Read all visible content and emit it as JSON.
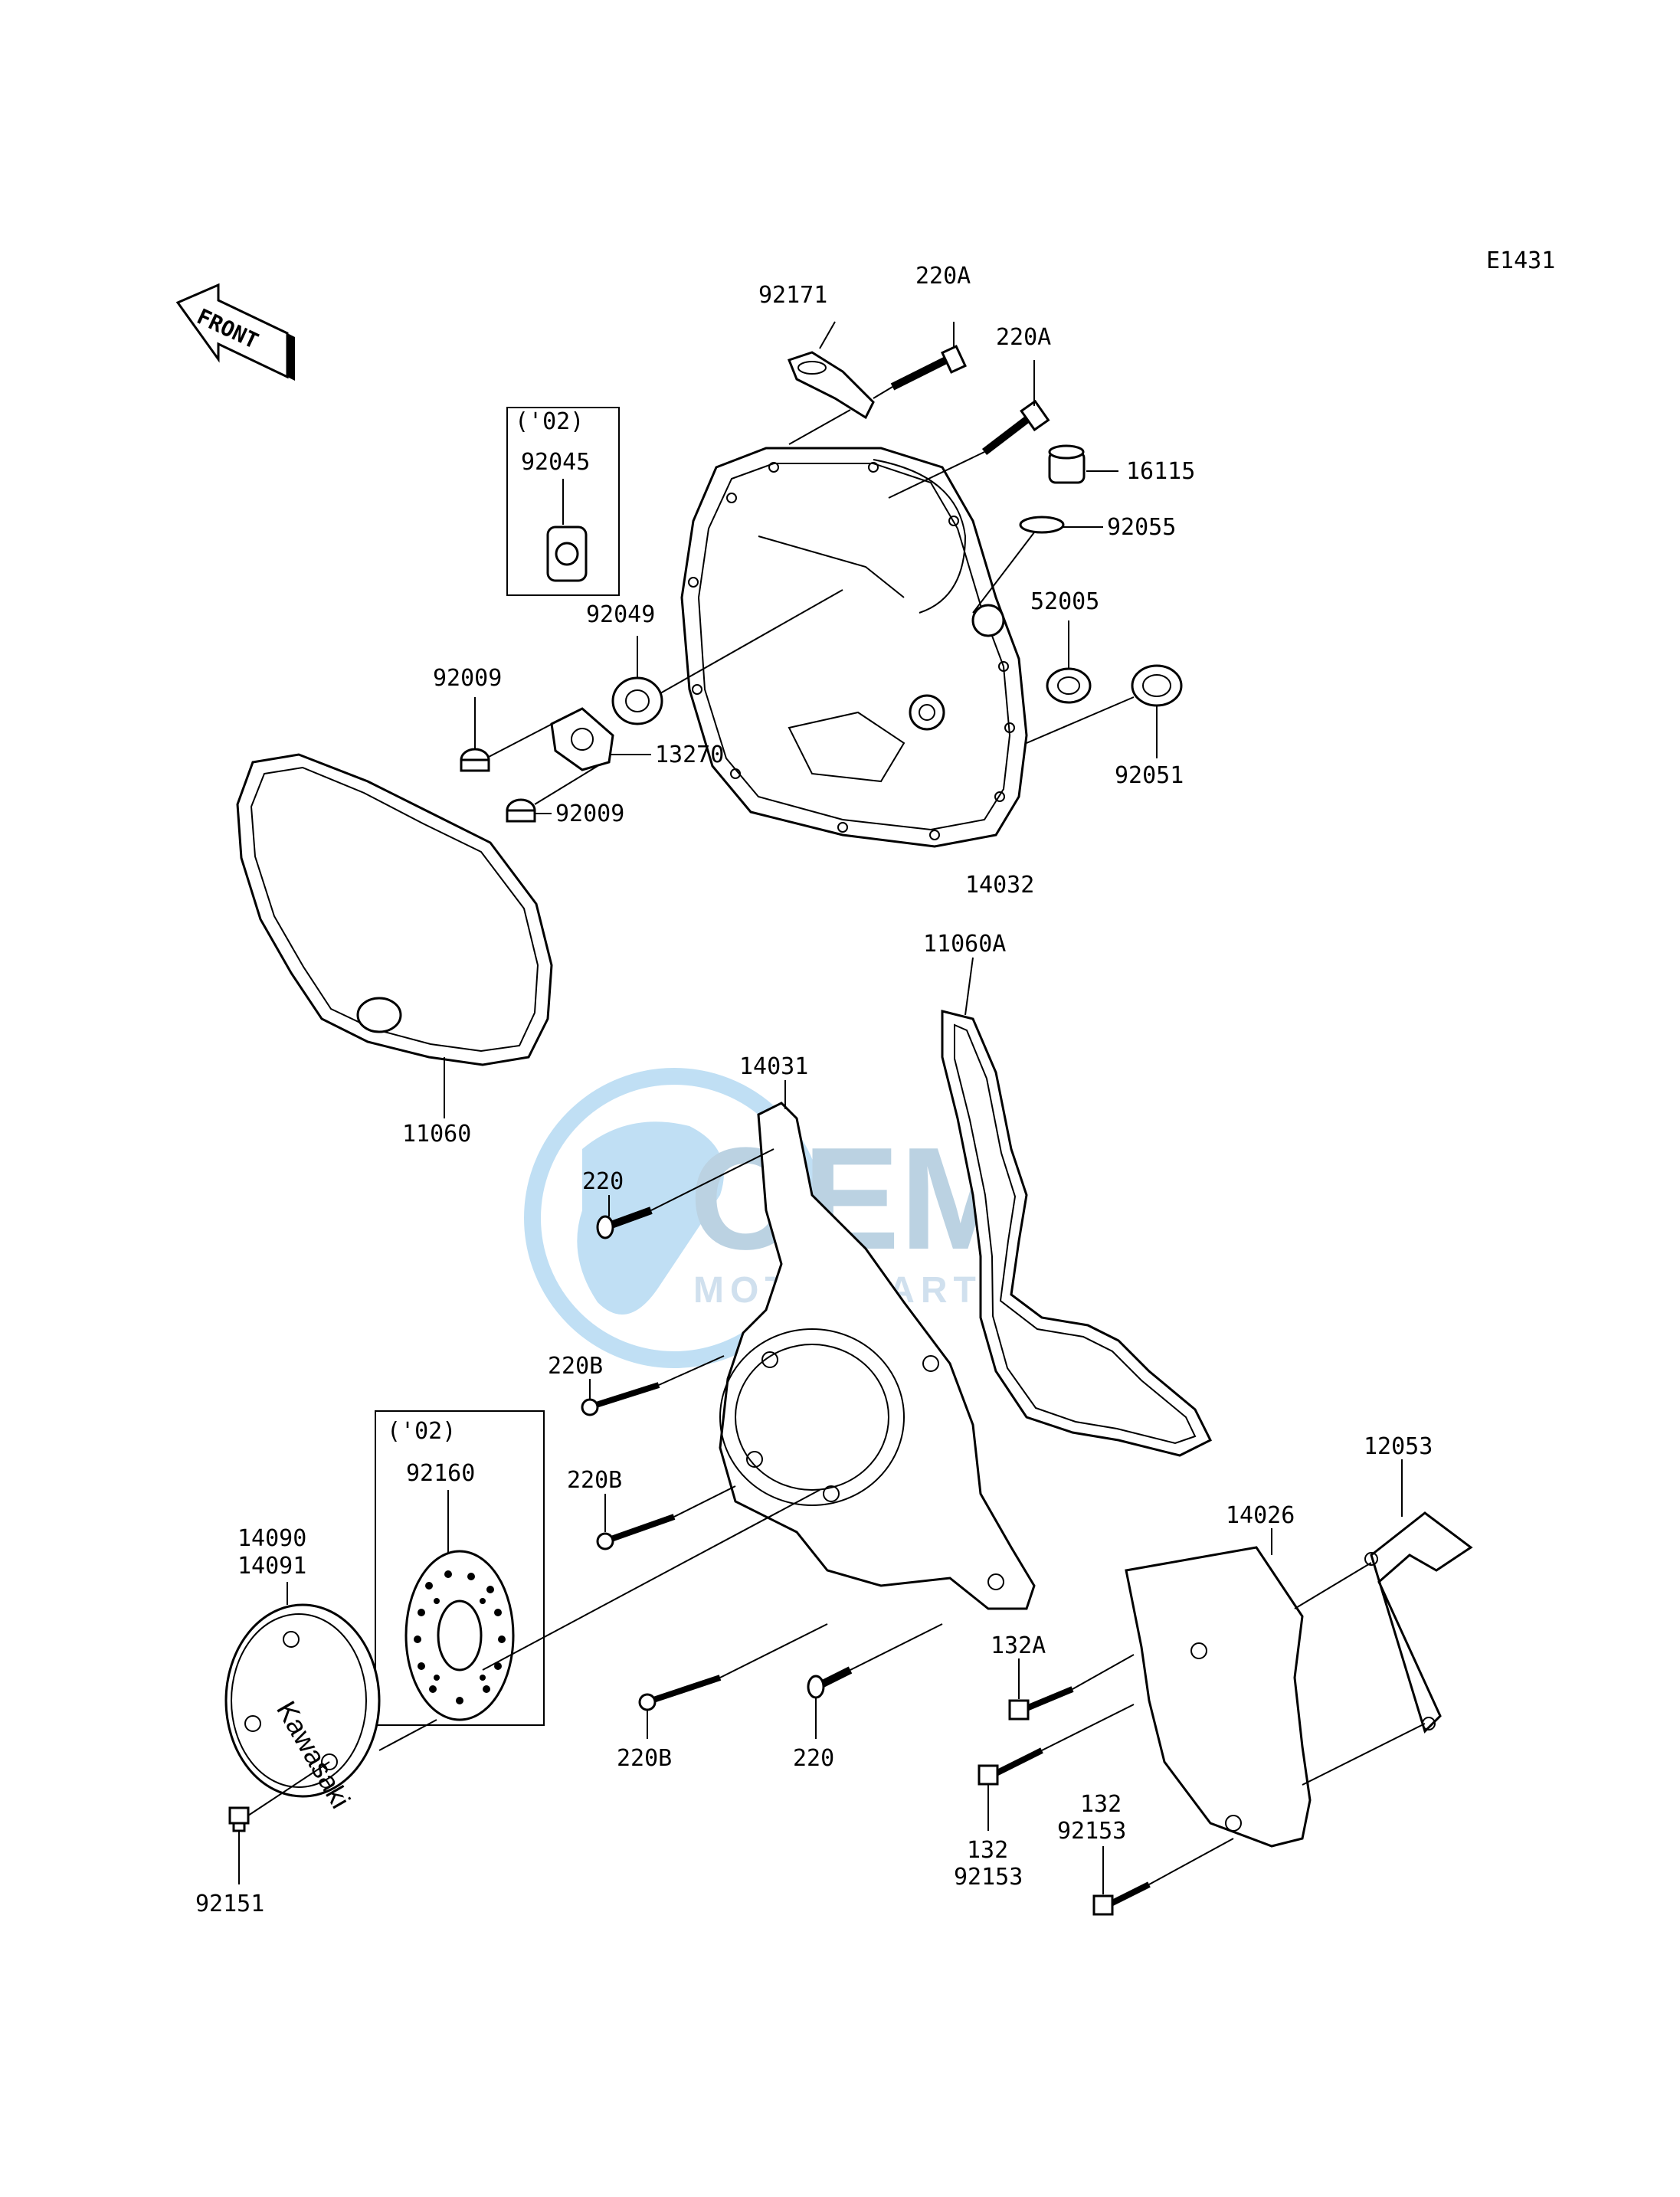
{
  "diagram_code": "E1431",
  "front_label": "FRONT",
  "year_box_top": {
    "year": "('02)",
    "part": "92045"
  },
  "year_box_bottom": {
    "year": "('02)",
    "part": "92160"
  },
  "brand_on_cover": "Kawasaki",
  "watermark": {
    "main": "OEM",
    "sub": "MOTORPARTS"
  },
  "labels": {
    "p92171": "92171",
    "p220A_1": "220A",
    "p220A_2": "220A",
    "p16115": "16115",
    "p92055": "92055",
    "p52005": "52005",
    "p92049": "92049",
    "p92009_1": "92009",
    "p13270": "13270",
    "p92009_2": "92009",
    "p92051": "92051",
    "p14032": "14032",
    "p11060A": "11060A",
    "p11060": "11060",
    "p14031": "14031",
    "p220_1": "220",
    "p220B_1": "220B",
    "p220B_2": "220B",
    "p14090": "14090",
    "p14091": "14091",
    "p92151": "92151",
    "p220B_3": "220B",
    "p220_2": "220",
    "p12053": "12053",
    "p14026": "14026",
    "p132A": "132A",
    "p132_1": "132",
    "p92153_1": "92153",
    "p132_2": "132",
    "p92153_2": "92153"
  }
}
